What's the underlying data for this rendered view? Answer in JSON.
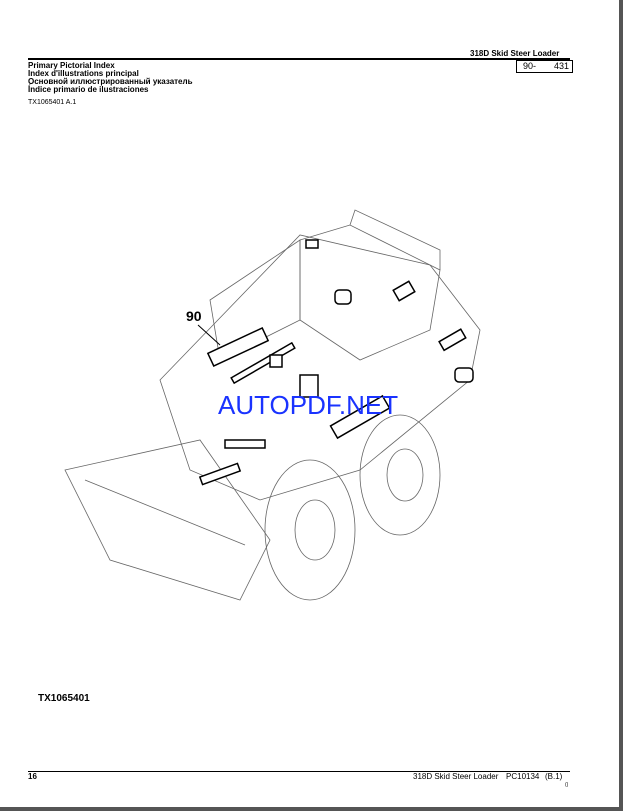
{
  "header": {
    "model": "318D  Skid  Steer  Loader",
    "ref_left": "90-",
    "ref_right": "431"
  },
  "titles": [
    "Primary Pictorial Index",
    "Index d'illustrations principal",
    "Основной иллюстрированный указатель",
    "Índice primario de ilustraciones"
  ],
  "figure_ref": "TX1065401 A.1",
  "callout": "90",
  "watermark": "AUTOPDF.NET",
  "figure_id": "TX1065401",
  "footer": {
    "page": "16",
    "model": "318D Skid Steer Loader",
    "pub": "PC10134",
    "rev": "(B.1)",
    "mark": "()"
  }
}
